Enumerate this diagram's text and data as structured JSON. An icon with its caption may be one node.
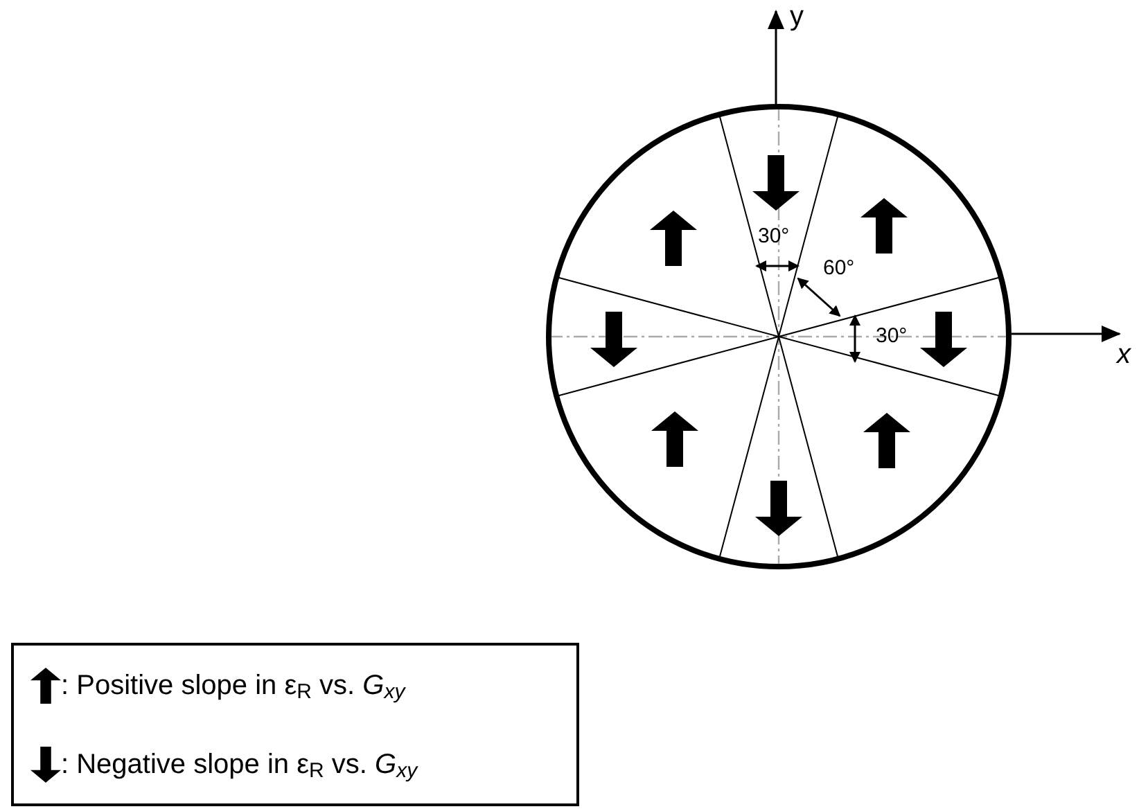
{
  "diagram": {
    "labels": [
      "y",
      "x",
      "30°",
      "60°",
      "30°"
    ],
    "legend": [
      {
        "text": ": Positive slope in ε$_{R}$ vs. *G$_{xy}$*"
      },
      {
        "text": ": Negative slope in ε$_{R}$ vs. *G$_{xy}$*"
      }
    ]
  }
}
